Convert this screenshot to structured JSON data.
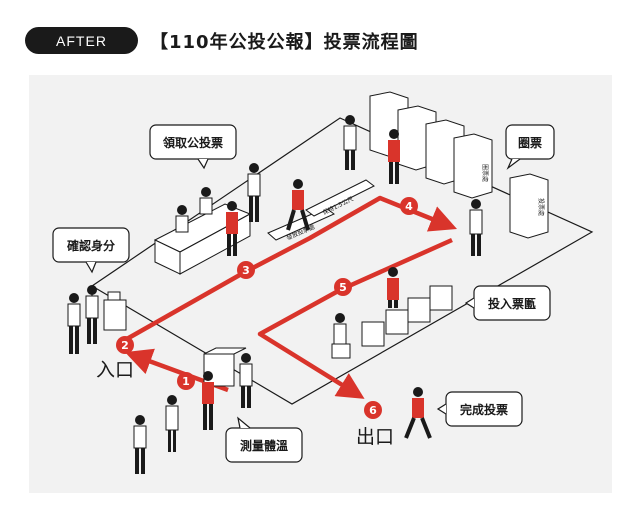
{
  "header": {
    "tag": "AFTER",
    "title": "【110年公投公報】投票流程圖"
  },
  "labels": {
    "entrance": "入口",
    "exit": "出口"
  },
  "callouts": {
    "temperature": "測量體溫",
    "verify_id": "確認身分",
    "get_ballot": "領取公投票",
    "mark_ballot": "圈票",
    "cast_ballot": "投入票匭",
    "finish": "完成投票"
  },
  "steps": [
    "1",
    "2",
    "3",
    "4",
    "5",
    "6"
  ],
  "signs": {
    "distance": "保持1.5公尺",
    "ballot_table": "發放投票處",
    "booth_sign": "圈票處",
    "booth_sign2": "投票處"
  },
  "colors": {
    "accent": "#d9342b",
    "ink": "#1a1a1a",
    "panel": "#f2f2f2"
  }
}
